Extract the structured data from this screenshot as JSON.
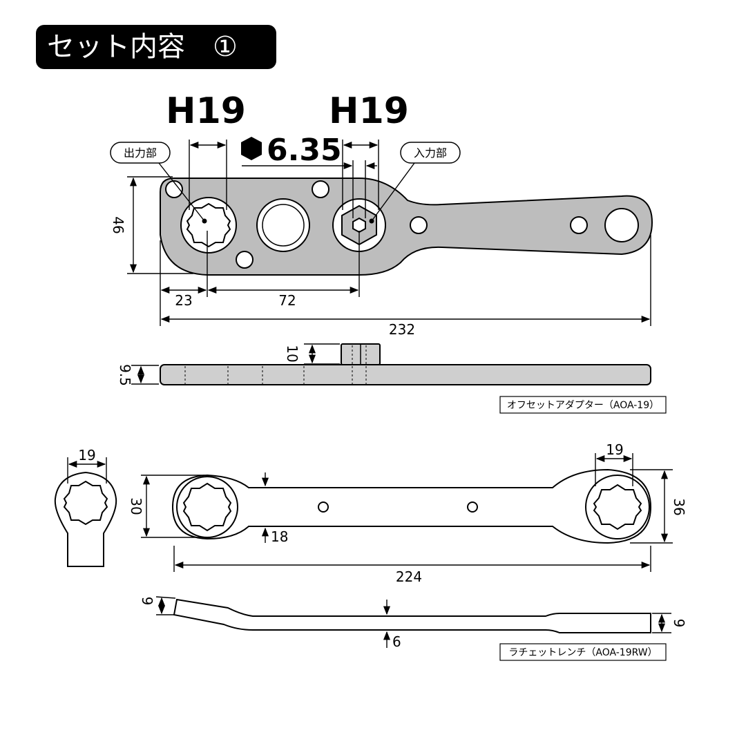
{
  "title": "セット内容　①",
  "adapter": {
    "out_size": "H19",
    "in_size": "H19",
    "hex_label": "6.35",
    "out_callout": "出力部",
    "in_callout": "入力部",
    "dim_height": "46",
    "dim_offset": "23",
    "dim_center": "72",
    "dim_length": "232",
    "dim_thickness": "9.5",
    "dim_hex_height": "10",
    "caption": "オフセットアダプター（AOA-19）"
  },
  "wrench": {
    "dim_ring_left": "19",
    "dim_ring_right": "19",
    "dim_head_left": "30",
    "dim_head_right": "36",
    "dim_shaft_width": "18",
    "dim_length": "224",
    "dim_left_thick": "9",
    "dim_right_thick": "9",
    "dim_shaft_thick": "6",
    "caption": "ラチェットレンチ（AOA-19RW）"
  }
}
